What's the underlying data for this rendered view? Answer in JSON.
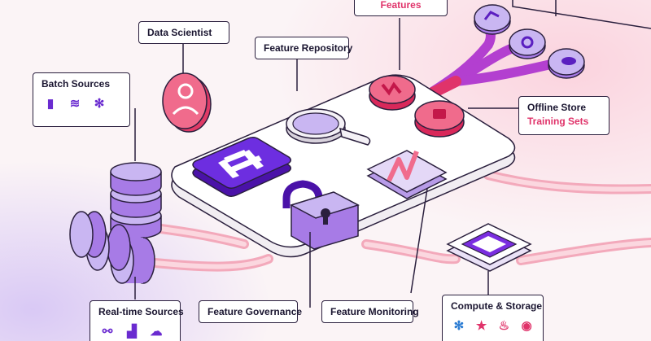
{
  "labels": {
    "features": "Features",
    "data_scientist": "Data Scientist",
    "feature_repository": "Feature Repository",
    "batch_sources": "Batch Sources",
    "offline_store": "Offline Store",
    "training_sets": "Training Sets",
    "realtime_sources": "Real-time Sources",
    "feature_governance": "Feature Governance",
    "feature_monitoring": "Feature Monitoring",
    "compute_storage": "Compute & Storage"
  },
  "icons": {
    "batch": [
      "ms-fabric-icon",
      "layers-icon",
      "snowflake-icon"
    ],
    "realtime": [
      "network-icon",
      "chart-icon",
      "cloud-icon"
    ],
    "compute": [
      "snowflake-icon",
      "spark-icon",
      "pig-icon",
      "query-icon"
    ]
  },
  "colors": {
    "accent": "#e0336a",
    "purple": "#7a2ee0",
    "lavender": "#c9b6f2",
    "pink": "#f4a6b8",
    "ink": "#2a1f3d"
  }
}
